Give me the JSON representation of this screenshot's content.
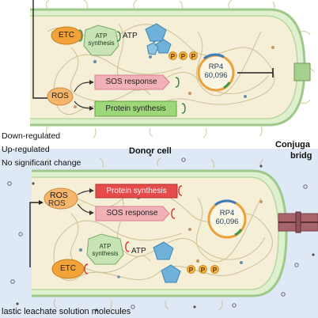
{
  "colors": {
    "top_background": "#ffffff",
    "bottom_background": "#dfe9f5",
    "cell_fill": "#f6efd8",
    "cell_border": "#9fc98a",
    "etc_orange": "#f1a33a",
    "ros_orange": "#f5b56b",
    "atp_green": "#c9e4b4",
    "atp_blue": "#6fb1d8",
    "sos_pink": "#f2b0b7",
    "protein_green": "#9ed67a",
    "protein_red": "#e64b4b",
    "plasmid_ring": "#e9a23c",
    "bridge": "#a7646b"
  },
  "top_cell": {
    "etc": "ETC",
    "atp_synthesis": "ATP synthesis",
    "atp": "ATP",
    "ros": "ROS",
    "sos_response": "SOS response",
    "protein_synthesis": "Protein synthesis",
    "plasmid_name": "RP4",
    "plasmid_size": "60,096",
    "p_letters": [
      "P",
      "P",
      "P"
    ]
  },
  "legend": {
    "down": "Down-regulated",
    "up": "Up-regulated",
    "none": "No significant change"
  },
  "donor_cell_label": "Donor cell",
  "conjugation_label": [
    "Conjuga",
    "bridg"
  ],
  "bottom_cell": {
    "ros_main": "ROS",
    "ros_shadow": "ROS",
    "protein_synthesis": "Protein synthesis",
    "sos_response": "SOS response",
    "atp_synthesis": "ATP synthesis",
    "atp": "ATP",
    "etc": "ETC",
    "plasmid_name": "RP4",
    "plasmid_size": "60,096",
    "p_letters": [
      "P",
      "P",
      "P"
    ]
  },
  "bottom_caption": "lastic leachate solution molecules"
}
